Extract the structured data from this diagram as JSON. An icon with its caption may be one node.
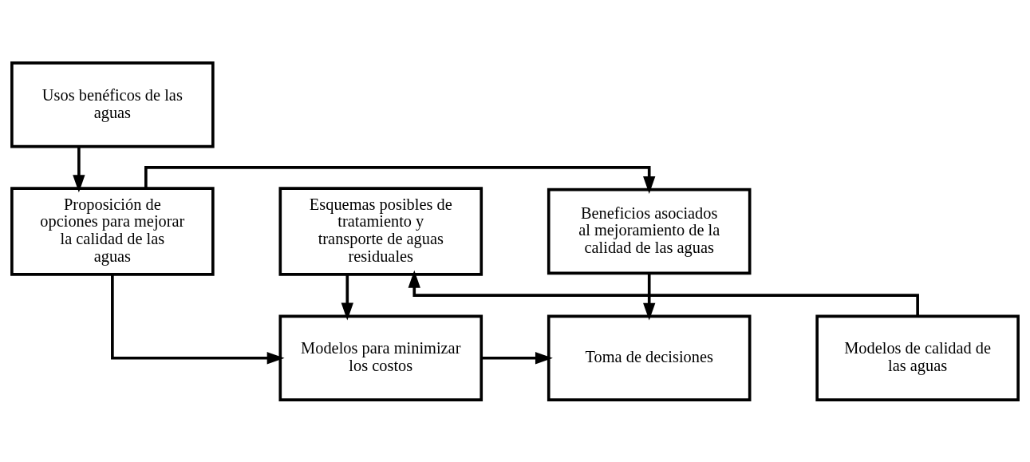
{
  "diagram": {
    "nodes": [
      {
        "text": [
          "Usos benéficos de las aguas"
        ]
      },
      {
        "text": [
          "Esquemas posibles de tratamiento y transporte de aguas residuales"
        ]
      },
      {
        "text": [
          "Proposición de opciones para mejorar la calidad de las aguas"
        ]
      },
      {
        "text": [
          "Beneficios asociados al mejoramiento de la calidad de las aguas"
        ]
      },
      {
        "text": [
          "Modelos de calidad de las aguas"
        ]
      },
      {
        "text": [
          "Modelos para minimizar los costos"
        ]
      },
      {
        "text": [
          "Toma de decisiones"
        ]
      }
    ],
    "edges": [
      {
        "from": 0,
        "to": 2,
        "arrow": "to"
      },
      {
        "from": 2,
        "to": 3,
        "arrow": "to"
      },
      {
        "from": 1,
        "to": 5,
        "arrow": "to"
      },
      {
        "from": 4,
        "to": 1,
        "arrow": "to"
      },
      {
        "from": 2,
        "to": 5,
        "arrow": "to"
      },
      {
        "from": 3,
        "to": 6,
        "arrow": "to"
      },
      {
        "from": 5,
        "to": 6,
        "arrow": "to"
      }
    ]
  }
}
